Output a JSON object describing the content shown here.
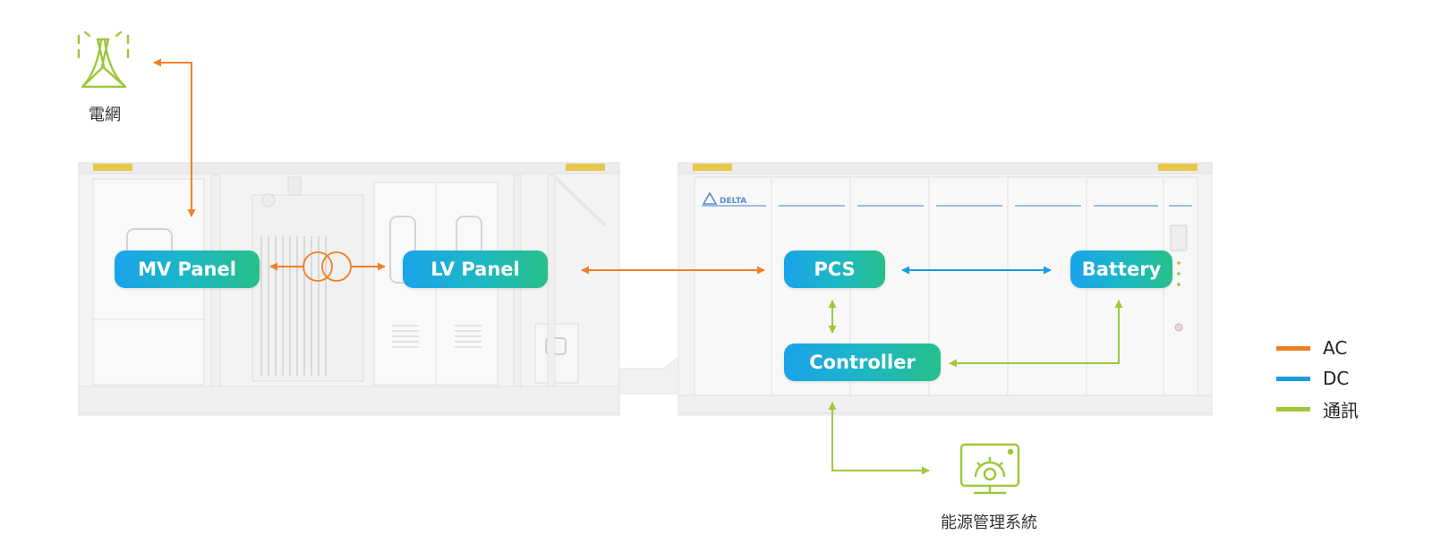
{
  "nodes": {
    "mv_panel": "MV Panel",
    "lv_panel": "LV Panel",
    "pcs": "PCS",
    "battery": "Battery",
    "controller": "Controller"
  },
  "captions": {
    "grid": "電網",
    "ems": "能源管理系統"
  },
  "brand": "DELTA",
  "icons": {
    "grid": "power-tower-icon",
    "ems": "monitor-gear-icon"
  },
  "legend": [
    {
      "label": "AC",
      "color": "#f08020"
    },
    {
      "label": "DC",
      "color": "#1a9be6"
    },
    {
      "label": "通訊",
      "color": "#9cc83a"
    }
  ],
  "colors": {
    "ac": "#f08020",
    "dc": "#1a9be6",
    "comm": "#9cc83a",
    "node_gradient": [
      "#1aa3ea",
      "#26c08a"
    ]
  }
}
